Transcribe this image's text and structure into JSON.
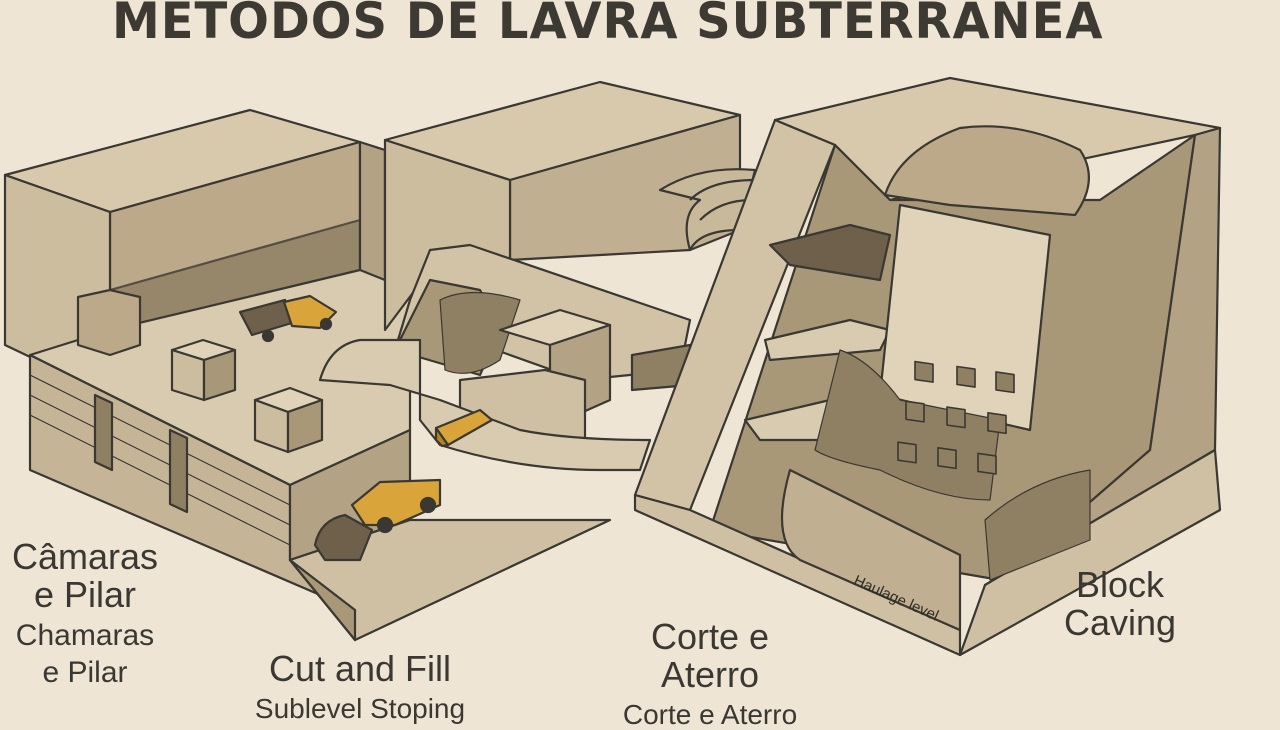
{
  "title": "METODOS DE LAVRA SUBTERRANEA",
  "colors": {
    "background": "#efe5d4",
    "rock_light": "#d9cbb0",
    "rock_mid": "#bfae8e",
    "rock_dark": "#8f7f63",
    "outline": "#3a3832",
    "vehicle": "#d9a53a",
    "ore": "#6e604a"
  },
  "sections": [
    {
      "id": "camaras",
      "label": "Câmaras\ne Pilar",
      "label_main": "Câmaras e Pilar",
      "label_sub": "Chamaras e Pilar",
      "label_main_l1": "Câmaras",
      "label_main_l2": "e Pilar",
      "label_sub_l1": "Chamaras",
      "label_sub_l2": "e Pilar"
    },
    {
      "id": "cutfill",
      "label_main": "Cut and Fill",
      "label_sub": "Sublevel Stoping"
    },
    {
      "id": "corte",
      "label_main_l1": "Corte e",
      "label_main_l2": "Aterro",
      "label_sub": "Corte e Aterro"
    },
    {
      "id": "block",
      "label_main_l1": "Block",
      "label_main_l2": "Caving"
    }
  ],
  "annotations": {
    "haulage_level": "Haulage level"
  },
  "icons": [
    "loader-truck-icon",
    "haul-truck-icon",
    "lhd-loader-icon",
    "drawpoint-grid-icon"
  ]
}
